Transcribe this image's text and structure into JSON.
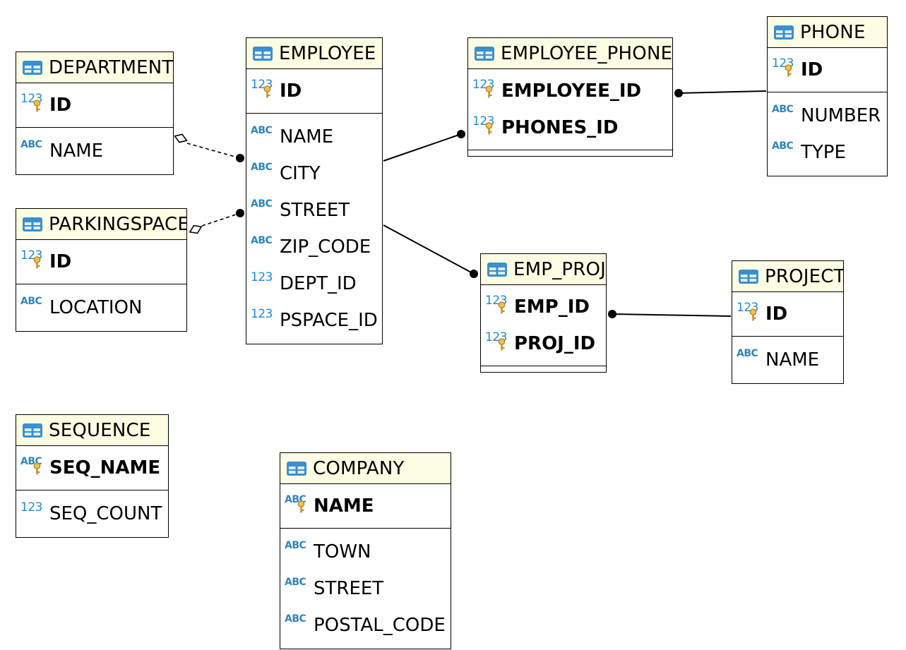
{
  "tables": {
    "department": {
      "title": "DEPARTMENT",
      "pk": [
        {
          "name": "ID",
          "type": "123"
        }
      ],
      "cols": [
        {
          "name": "NAME",
          "type": "ABC"
        }
      ]
    },
    "employee": {
      "title": "EMPLOYEE",
      "pk": [
        {
          "name": "ID",
          "type": "123"
        }
      ],
      "cols": [
        {
          "name": "NAME",
          "type": "ABC"
        },
        {
          "name": "CITY",
          "type": "ABC"
        },
        {
          "name": "STREET",
          "type": "ABC"
        },
        {
          "name": "ZIP_CODE",
          "type": "ABC"
        },
        {
          "name": "DEPT_ID",
          "type": "123"
        },
        {
          "name": "PSPACE_ID",
          "type": "123"
        }
      ]
    },
    "employee_phone": {
      "title": "EMPLOYEE_PHONE",
      "pk": [
        {
          "name": "EMPLOYEE_ID",
          "type": "123"
        },
        {
          "name": "PHONES_ID",
          "type": "123"
        }
      ],
      "cols": []
    },
    "phone": {
      "title": "PHONE",
      "pk": [
        {
          "name": "ID",
          "type": "123"
        }
      ],
      "cols": [
        {
          "name": "NUMBER",
          "type": "ABC"
        },
        {
          "name": "TYPE",
          "type": "ABC"
        }
      ]
    },
    "parkingspace": {
      "title": "PARKINGSPACE",
      "pk": [
        {
          "name": "ID",
          "type": "123"
        }
      ],
      "cols": [
        {
          "name": "LOCATION",
          "type": "ABC"
        }
      ]
    },
    "emp_proj": {
      "title": "EMP_PROJ",
      "pk": [
        {
          "name": "EMP_ID",
          "type": "123"
        },
        {
          "name": "PROJ_ID",
          "type": "123"
        }
      ],
      "cols": []
    },
    "project": {
      "title": "PROJECT",
      "pk": [
        {
          "name": "ID",
          "type": "123"
        }
      ],
      "cols": [
        {
          "name": "NAME",
          "type": "ABC"
        }
      ]
    },
    "sequence": {
      "title": "SEQUENCE",
      "pk": [
        {
          "name": "SEQ_NAME",
          "type": "ABC"
        }
      ],
      "cols": [
        {
          "name": "SEQ_COUNT",
          "type": "123"
        }
      ]
    },
    "company": {
      "title": "COMPANY",
      "pk": [
        {
          "name": "NAME",
          "type": "ABC"
        }
      ],
      "cols": [
        {
          "name": "TOWN",
          "type": "ABC"
        },
        {
          "name": "STREET",
          "type": "ABC"
        },
        {
          "name": "POSTAL_CODE",
          "type": "ABC"
        }
      ]
    }
  },
  "colors": {
    "header_bg": "#fdfde3",
    "icon_blue": "#2e86c1",
    "key_gold": "#e0a030"
  }
}
